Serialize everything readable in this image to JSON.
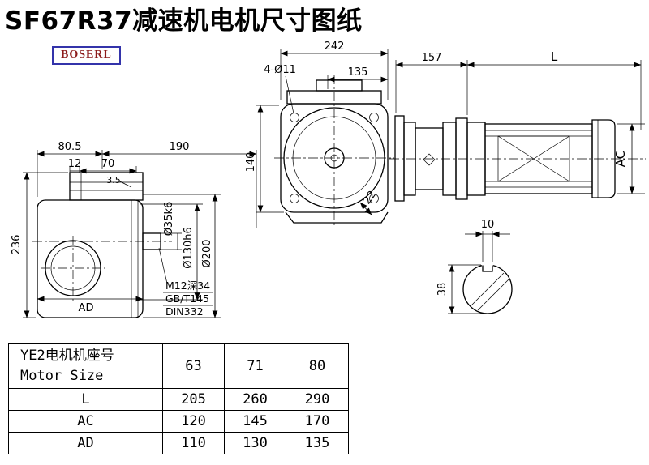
{
  "page": {
    "title": "SF67R37减速机电机尺寸图纸",
    "logo": "BOSERL"
  },
  "colors": {
    "line": "#000000",
    "background": "#ffffff",
    "logo_text": "#8b1a1a",
    "logo_border": "#3333aa"
  },
  "dims": {
    "side": {
      "d80_5": "80.5",
      "d190": "190",
      "d12": "12",
      "d70": "70",
      "d3_5": "3.5",
      "d236": "236",
      "dAD": "AD",
      "d35": "Ø35k6",
      "d130": "Ø130h6",
      "d200": "Ø200",
      "note1": "M12深34",
      "note2": "GB/T145",
      "note3": "DIN332"
    },
    "front": {
      "d242": "242",
      "d135": "135",
      "d4x11": "4-Ø11",
      "d140": "140",
      "d22": "22"
    },
    "motor": {
      "d157": "157",
      "dL": "L",
      "dAC": "AC"
    },
    "shaft": {
      "d10": "10",
      "d38": "38"
    }
  },
  "table": {
    "header_cn": "YE2电机机座号",
    "header_en": "Motor Size",
    "sizes": [
      "63",
      "71",
      "80"
    ],
    "rows": [
      {
        "label": "L",
        "values": [
          "205",
          "260",
          "290"
        ]
      },
      {
        "label": "AC",
        "values": [
          "120",
          "145",
          "170"
        ]
      },
      {
        "label": "AD",
        "values": [
          "110",
          "130",
          "135"
        ]
      }
    ]
  }
}
